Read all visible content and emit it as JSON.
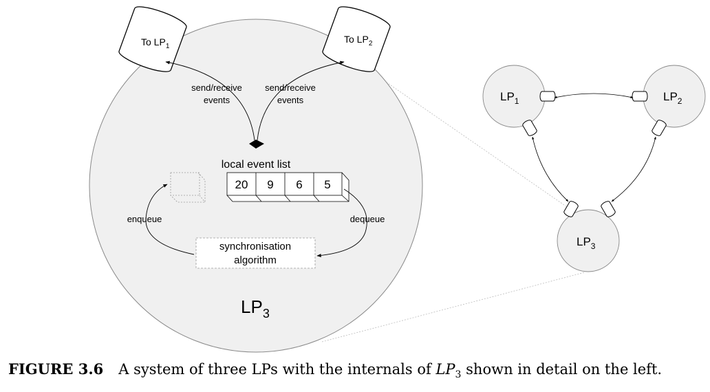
{
  "detail": {
    "node_label": "LP",
    "node_sub": "3",
    "channels": [
      {
        "prefix": "To LP",
        "sub": "1"
      },
      {
        "prefix": "To LP",
        "sub": "2"
      }
    ],
    "send_receive_line1": "send/receive",
    "send_receive_line2": "events",
    "event_list_title": "local event list",
    "event_list_values": [
      "20",
      "9",
      "6",
      "5"
    ],
    "enqueue_label": "enqueue",
    "dequeue_label": "dequeue",
    "sync_line1": "synchronisation",
    "sync_line2": "algorithm"
  },
  "overview": {
    "nodes": [
      {
        "label": "LP",
        "sub": "1"
      },
      {
        "label": "LP",
        "sub": "2"
      },
      {
        "label": "LP",
        "sub": "3"
      }
    ]
  },
  "caption": {
    "figure": "FIGURE 3.6",
    "text_before": "A system of three LPs with the internals of",
    "math_main": "LP",
    "math_sub": "3",
    "text_after": "shown in detail on the left."
  }
}
